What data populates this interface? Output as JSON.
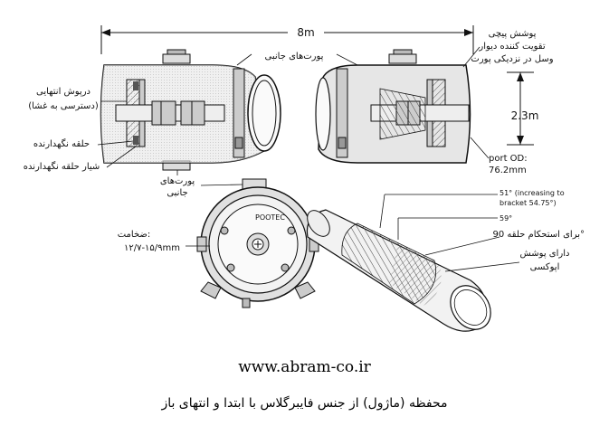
{
  "labels": {
    "length": "8m",
    "side_ports_top": "پورت‌های جانبی",
    "inner_sleeve_1": "درپوش انتهایی",
    "inner_sleeve_2": "(دسترسی به غشا)",
    "retaining_ring": "حلقه نگهدارنده",
    "retaining_ring_groove": "شیار حلقه نگهدارنده",
    "threaded_cover_1": "پوشش پیچی",
    "threaded_cover_2": "تقویت کننده دیوار",
    "threaded_cover_3": "وسل در نزدیکی پورت",
    "diameter": "2.3m",
    "port_od_1": "port OD:",
    "port_od_2": "76.2mm",
    "side_ports_bottom_1": "پورت‌های",
    "side_ports_bottom_2": "جانبی",
    "thickness_1": "ضخامت:",
    "thickness_2": "۱۲/۷-۱۵/۹mm",
    "angle_51_1": "51° (increasing to",
    "angle_51_2": "bracket 54.75°)",
    "angle_59": "59°",
    "hoop_1": "برای استحکام حلقه 90°",
    "epoxy_1": "دارای پوشش",
    "epoxy_2": "اپوکسی",
    "end_plate_text": "POOTEC"
  },
  "website": "www.abram-co.ir",
  "caption": "محفظه (ماژول) از جنس فایبرگلاس با ابتدا و انتهای باز"
}
